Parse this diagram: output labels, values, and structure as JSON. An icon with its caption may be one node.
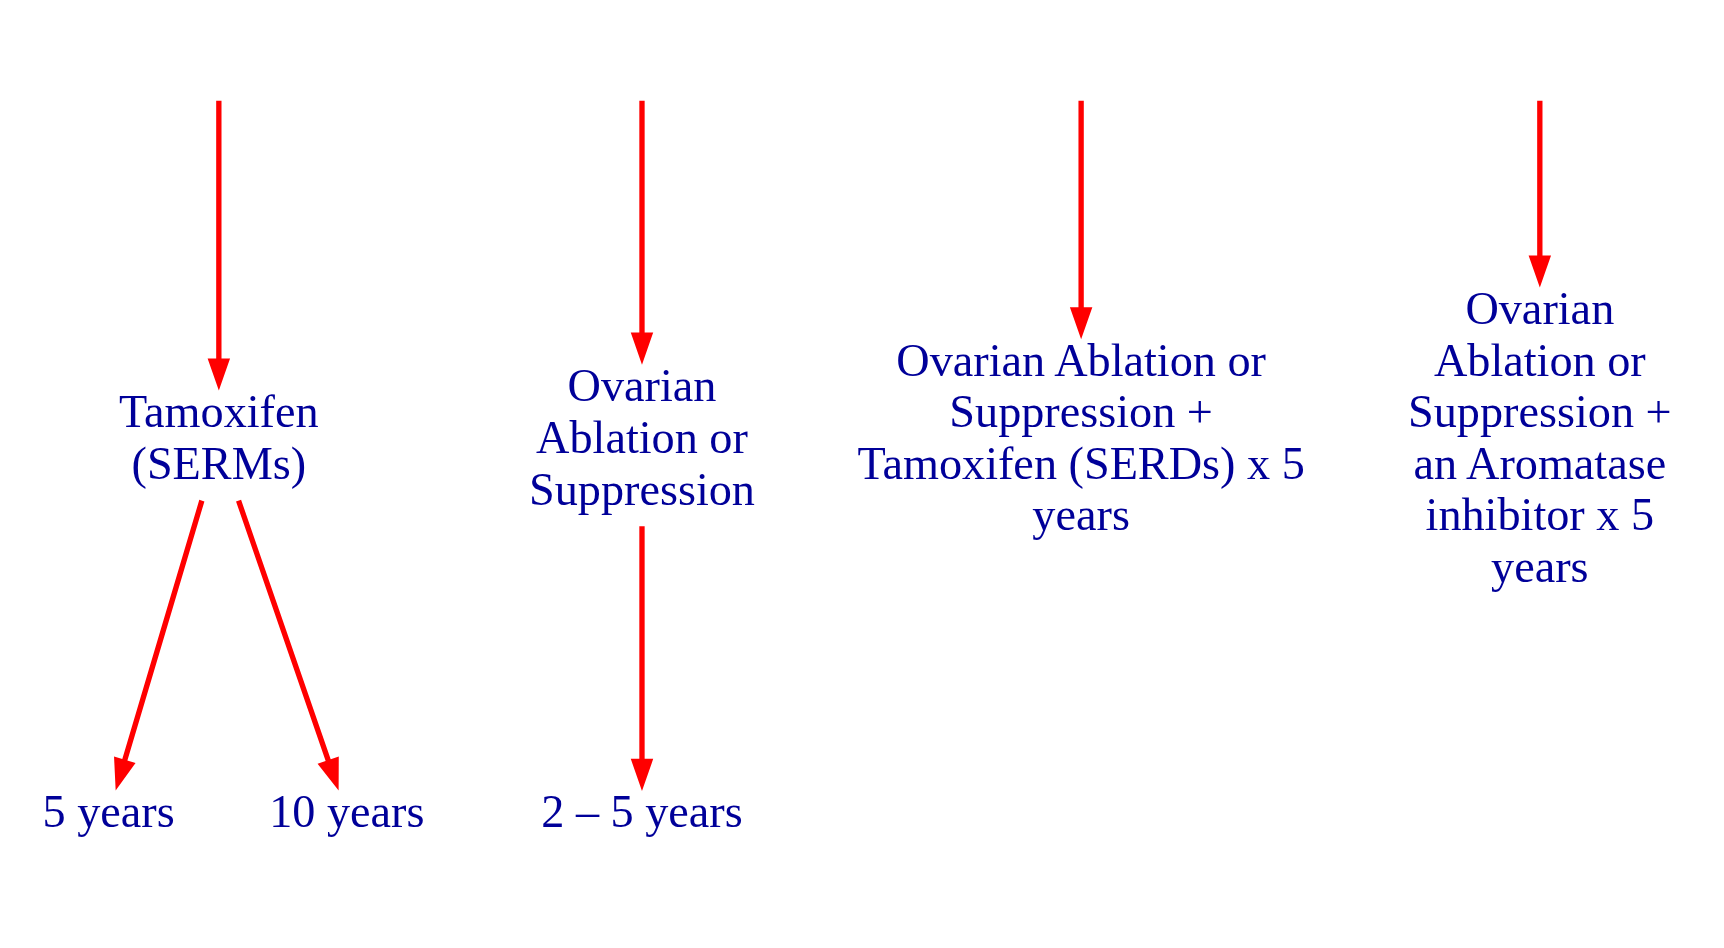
{
  "diagram": {
    "nodes": [
      {
        "text": [
          "Tamoxifen (SERMs)"
        ]
      },
      {
        "text": [
          "Ovarian Ablation or Suppression"
        ]
      },
      {
        "text": [
          "Ovarian Ablation or Suppression + Tamoxifen (SERDs) x 5 years"
        ]
      },
      {
        "text": [
          "Ovarian Ablation or Suppression + an Aromatase inhibitor x 5 years"
        ]
      },
      {
        "text": [
          "5 years"
        ]
      },
      {
        "text": [
          "10 years"
        ]
      },
      {
        "text": [
          "2 – 5 years"
        ]
      }
    ],
    "edges": [
      {
        "from": null,
        "to": 0,
        "arrow": "to"
      },
      {
        "from": null,
        "to": 1,
        "arrow": "to"
      },
      {
        "from": null,
        "to": 2,
        "arrow": "to"
      },
      {
        "from": null,
        "to": 3,
        "arrow": "to"
      },
      {
        "from": 0,
        "to": 4,
        "arrow": "to"
      },
      {
        "from": 0,
        "to": 5,
        "arrow": "to"
      },
      {
        "from": 1,
        "to": 6,
        "arrow": "to"
      }
    ]
  }
}
